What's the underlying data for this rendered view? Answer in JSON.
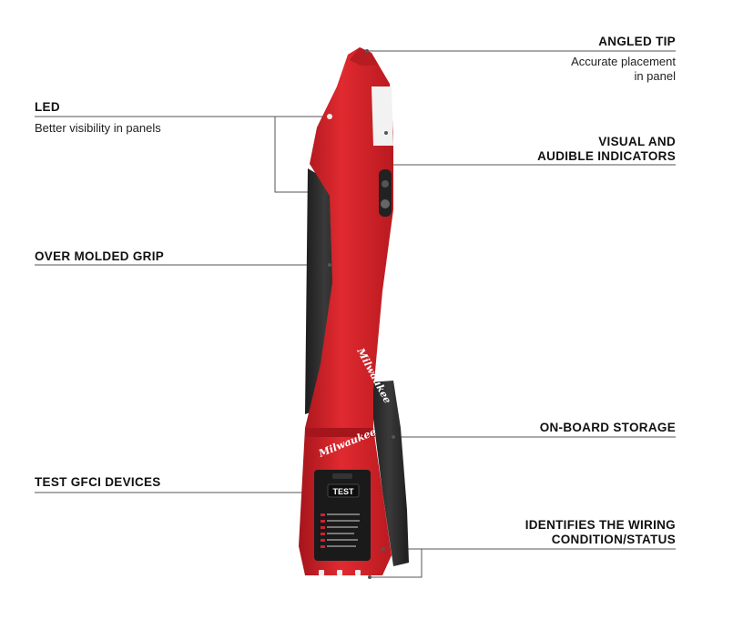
{
  "callouts": {
    "angled_tip": {
      "title": "ANGLED TIP",
      "desc_line1": "Accurate placement",
      "desc_line2": "in panel"
    },
    "led": {
      "title": "LED",
      "desc": "Better visibility in panels"
    },
    "indicators": {
      "title_line1": "VISUAL AND",
      "title_line2": "AUDIBLE INDICATORS"
    },
    "grip": {
      "title": "OVER MOLDED GRIP"
    },
    "storage": {
      "title": "ON-BOARD STORAGE"
    },
    "gfci": {
      "title": "TEST GFCI DEVICES"
    },
    "wiring": {
      "title_line1": "IDENTIFIES THE WIRING",
      "title_line2": "CONDITION/STATUS"
    }
  },
  "product": {
    "brand_upper": "Milwaukee",
    "brand_lower": "Milwaukee",
    "test_button": "TEST"
  },
  "colors": {
    "body_red": "#d1232a",
    "dark_red": "#9e1419",
    "grip_black": "#2a2a2a",
    "leader_line": "#555555"
  }
}
